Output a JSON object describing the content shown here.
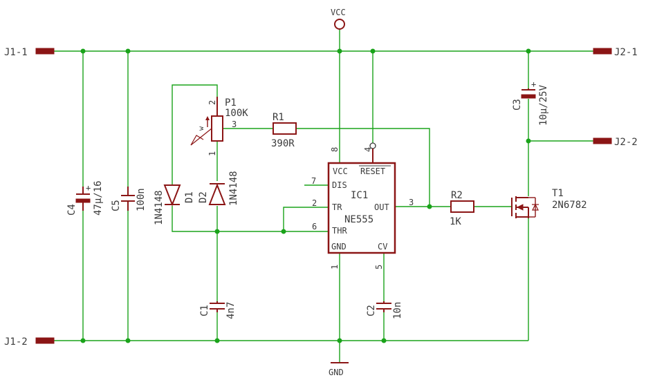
{
  "connectors": {
    "j1_1": "J1-1",
    "j1_2": "J1-2",
    "j2_1": "J2-1",
    "j2_2": "J2-2"
  },
  "supply": {
    "vcc": "VCC",
    "gnd": "GND"
  },
  "parts": {
    "c4": {
      "name": "C4",
      "value": "47µ/16"
    },
    "c5": {
      "name": "C5",
      "value": "100n"
    },
    "d1": {
      "name": "D1",
      "value": "1N4148"
    },
    "d2": {
      "name": "D2",
      "value": "1N4148"
    },
    "p1": {
      "name": "P1",
      "value": "100K"
    },
    "r1": {
      "name": "R1",
      "value": "390R"
    },
    "r2": {
      "name": "R2",
      "value": "1K"
    },
    "c1": {
      "name": "C1",
      "value": "4n7"
    },
    "c2": {
      "name": "C2",
      "value": "10n"
    },
    "c3": {
      "name": "C3",
      "value": "10µ/25V"
    },
    "t1": {
      "name": "T1",
      "value": "2N6782"
    },
    "ic1": {
      "name": "IC1",
      "value": "NE555"
    }
  },
  "ic_pins": {
    "vcc": "VCC",
    "reset": "RESET",
    "dis": "DIS",
    "tr": "TR",
    "thr": "THR",
    "out": "OUT",
    "gnd": "GND",
    "cv": "CV"
  },
  "pin_numbers": {
    "ic_vcc": "8",
    "ic_reset": "4",
    "ic_dis": "7",
    "ic_tr": "2",
    "ic_thr": "6",
    "ic_out": "3",
    "ic_gnd": "1",
    "ic_cv": "5",
    "p1_top": "2",
    "p1_bottom": "1",
    "p1_wiper": "3",
    "p1_w": "w"
  },
  "colors": {
    "wire": "#1aa31a",
    "symbol": "#8b1515",
    "text": "#3a3a3a"
  }
}
